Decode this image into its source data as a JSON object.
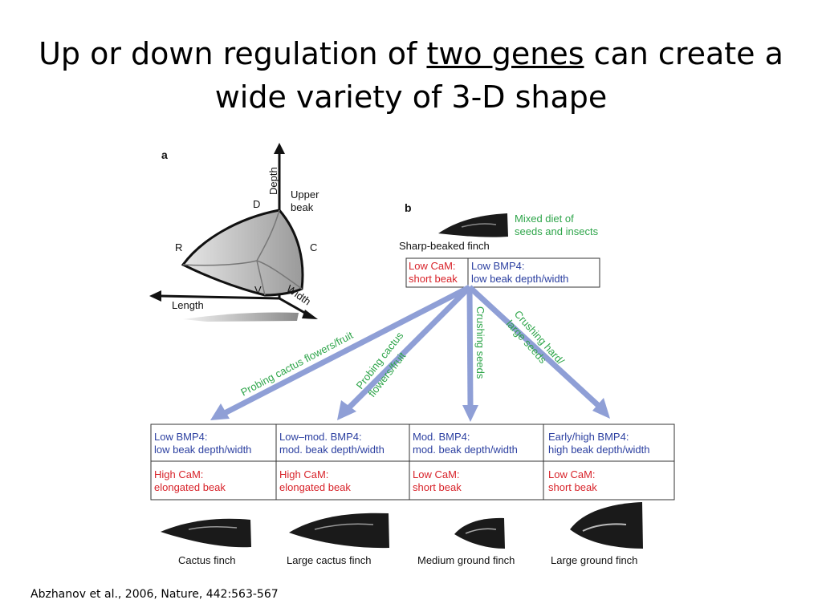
{
  "slide": {
    "title_before": "Up or down regulation of ",
    "title_underlined": "two genes",
    "title_after": " can create a",
    "title_line2": "wide variety of 3-D shape",
    "citation": "Abzhanov et al., 2006, Nature, 442:563-567"
  },
  "panel_a": {
    "label": "a",
    "axis_depth": "Depth",
    "axis_length": "Length",
    "axis_width": "Width",
    "upper_beak_line1": "Upper",
    "upper_beak_line2": "beak",
    "point_d": "D",
    "point_r": "R",
    "point_c": "C",
    "point_v": "V"
  },
  "panel_b": {
    "label": "b",
    "ancestor_name": "Sharp-beaked finch",
    "ancestor_diet_line1": "Mixed diet of",
    "ancestor_diet_line2": "seeds and insects",
    "ancestor_cam_line1": "Low CaM:",
    "ancestor_cam_line2": "short beak",
    "ancestor_bmp_line1": "Low BMP4:",
    "ancestor_bmp_line2": "low beak depth/width",
    "arrow1": "Probing cactus flowers/fruit",
    "arrow2_line1": "Probing cactus",
    "arrow2_line2": "flowers/fruit",
    "arrow3": "Crushing seeds",
    "arrow4_line1": "Crushing hard/",
    "arrow4_line2": "large seeds",
    "species": [
      {
        "bmp_line1": "Low BMP4:",
        "bmp_line2": "low beak depth/width",
        "cam_line1": "High CaM:",
        "cam_line2": "elongated beak",
        "name": "Cactus finch"
      },
      {
        "bmp_line1": "Low–mod. BMP4:",
        "bmp_line2": "mod. beak depth/width",
        "cam_line1": "High CaM:",
        "cam_line2": "elongated beak",
        "name": "Large cactus finch"
      },
      {
        "bmp_line1": "Mod. BMP4:",
        "bmp_line2": "mod. beak depth/width",
        "cam_line1": "Low CaM:",
        "cam_line2": "short beak",
        "name": "Medium ground finch"
      },
      {
        "bmp_line1": "Early/high BMP4:",
        "bmp_line2": "high beak depth/width",
        "cam_line1": "Low CaM:",
        "cam_line2": "short beak",
        "name": "Large ground finch"
      }
    ]
  }
}
